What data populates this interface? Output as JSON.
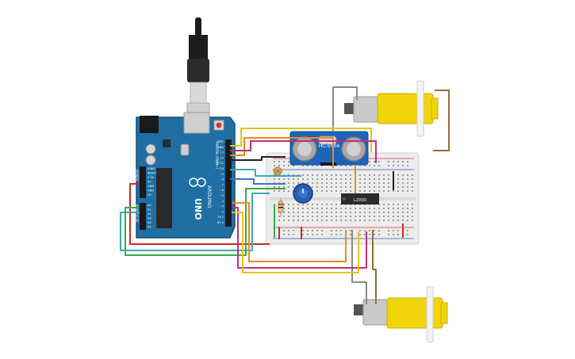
{
  "colors": {
    "background": "#ffffff",
    "arduino_board": "#1f6fa5",
    "arduino_dark": "#174f78",
    "breadboard": "#ececec",
    "rail_red": "#d43a2e",
    "rail_blue": "#2e5aa8",
    "sensor_board": "#1e64b8",
    "sensor_can": "#b8b8b8",
    "motor_yellow": "#f1d40a",
    "motor_silver": "#c9c9c9",
    "ic_body": "#2b2b2b",
    "pot_blue": "#2a5db0",
    "wire_yellow": "#e6c21a",
    "wire_orange": "#ee8a1a",
    "wire_green": "#3aa84a",
    "wire_teal": "#3aa7b9",
    "wire_magenta": "#c0307a",
    "wire_red": "#c92a2a",
    "wire_brown": "#9a6a3a",
    "wire_gray": "#8a8a8a",
    "wire_black": "#222222",
    "wire_blue": "#3a78c8"
  },
  "arduino": {
    "brand": "ARDUINO",
    "model": "UNO",
    "digital_label": "DIGITAL (PWM~)",
    "power_label": "POWER",
    "analog_label": "ANALOG IN",
    "digital_pins": [
      "AREF",
      "GND",
      "13",
      "12",
      "~11",
      "~10",
      "~9",
      "8",
      "7",
      "~6",
      "~5",
      "4",
      "~3",
      "2",
      "TX 1",
      "RX 0"
    ],
    "power_pins": [
      "IOREF",
      "RESET",
      "3.3V",
      "5V",
      "GND",
      "GND",
      "Vin"
    ],
    "analog_pins": [
      "A0",
      "A1",
      "A2",
      "A3",
      "A4",
      "A5"
    ]
  },
  "sensor": {
    "label": "HC-SR04"
  },
  "driver": {
    "label": "L293D"
  }
}
